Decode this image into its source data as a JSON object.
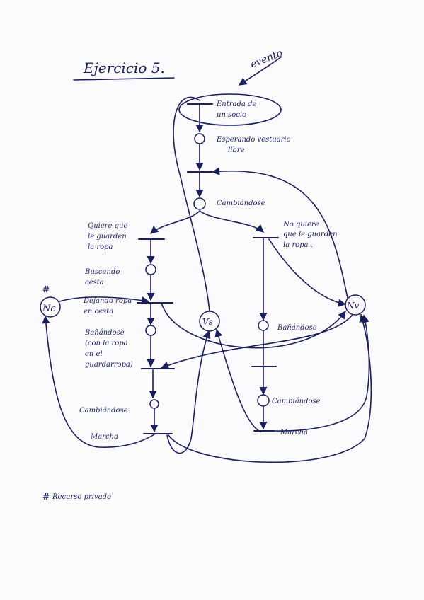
{
  "title": "Ejercicio 5.",
  "event_note": "evento",
  "labels": {
    "entrada": [
      "Entrada de",
      "un socio"
    ],
    "esperando": [
      "Esperando vestuario",
      "libre"
    ],
    "cambiandose_top": "Cambiándose",
    "quiere": [
      "Quiere que",
      "le guarden",
      "la ropa"
    ],
    "no_quiere": [
      "No quiere",
      "que le guarden",
      "la ropa ."
    ],
    "buscando": [
      "Buscando",
      "cesta"
    ],
    "dejando": [
      "Dejando ropa",
      "en cesta"
    ],
    "banandose_left": [
      "Bañándose",
      "(con la ropa",
      "en el",
      "guardarropa)"
    ],
    "banandose_right": "Bañándose",
    "cambiandose_left": "Cambiándose",
    "cambiandose_right": "Cambiándose",
    "marcha_left": "Marcha",
    "marcha_right": "Marcha"
  },
  "resources": {
    "nc": "Nc",
    "vs": "Vs",
    "nv": "Nv"
  },
  "legend": {
    "mark": "#",
    "text": "Recurso privado"
  },
  "colors": {
    "ink": "#1c1e5c",
    "paper": "#fbfbfd"
  }
}
